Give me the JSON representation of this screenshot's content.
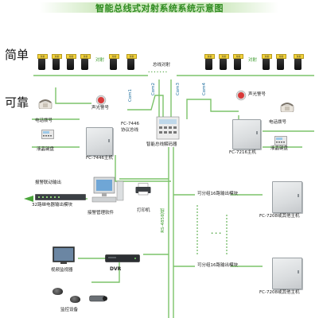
{
  "title": "智能总线式对射系统系统示意图",
  "side_text": {
    "simple": "简单",
    "reliable": "可靠"
  },
  "bus_labels": {
    "duishe_left": "对射",
    "duishe_right": "对射",
    "zongxian_duishe": "总线对射",
    "com1": "Com1",
    "com2": "Com2",
    "com3": "Com3",
    "com4": "Com4",
    "dots_top": "• • • • • • •",
    "dots_mid": "• • •"
  },
  "devices": {
    "phone_left": "电话拨号",
    "siren_left": "声光警号",
    "keyboard_left": "液晶键盘",
    "fc7446_protocol_line1": "FC-7446",
    "fc7446_protocol_line2": "协议总线",
    "fc7446_host": "FC-7446主机",
    "decoder": "智能总线解码器",
    "siren_right": "声光警号",
    "phone_right": "电话拨号",
    "fc7216_host": "FC-7216主机",
    "keyboard_right": "液晶键盘",
    "linkage_output": "报警联动输出",
    "relay_module": "32路继电器输出模块",
    "alarm_software": "接警管理软件",
    "printer": "打印机",
    "rs485": "RS-485总线",
    "output_module_1": "可分组16路输出模块",
    "fc7208_1": "FC-7208或其他主机",
    "output_module_2": "可分组16路输出模块",
    "fc7208_2": "FC-7208或其他主机",
    "monitor": "视频监视器",
    "dvr": "DVR",
    "cameras": "监控设备",
    "vertical_ellipsis": "⋮"
  },
  "detector_caps": [
    "对射",
    "对射",
    "对射",
    "对射",
    "对射",
    "对射",
    "对射",
    "对射",
    "对射",
    "对射",
    "对射",
    "对射"
  ],
  "colors": {
    "title": "#2e8b1f",
    "wire": "#7cc36a",
    "wire_dark": "#4aa63a",
    "com_label": "#1d6e9e"
  }
}
